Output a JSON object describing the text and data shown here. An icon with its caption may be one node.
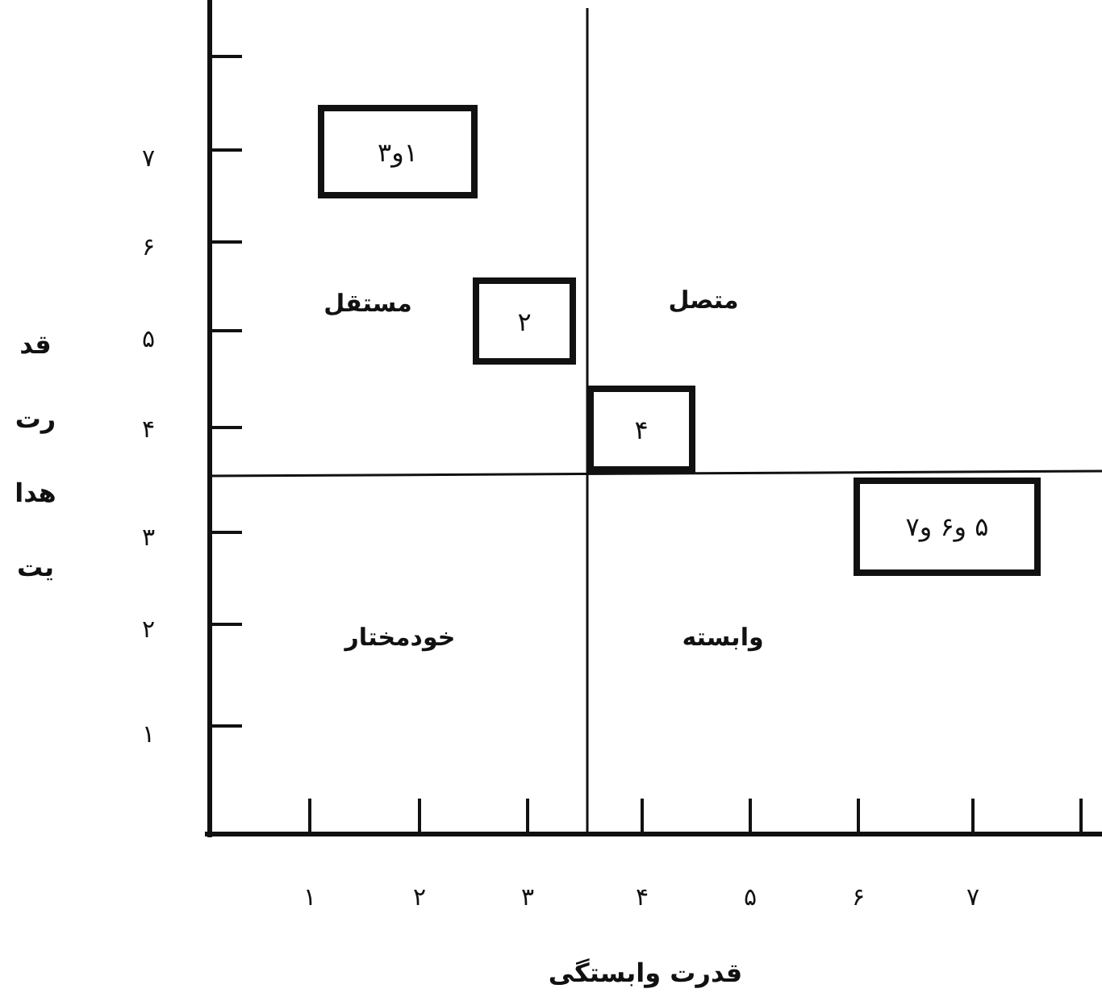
{
  "diagram": {
    "nodes": [
      {
        "text": [
          "۱و۳"
        ]
      },
      {
        "text": [
          "۲"
        ]
      },
      {
        "text": [
          "۴"
        ]
      },
      {
        "text": [
          "۵ و۶ و۷"
        ]
      }
    ],
    "edges": [],
    "labels": [
      "۷",
      "۶",
      "مستقل",
      "متصل",
      "۵",
      "قد رت هدا یت",
      "۴",
      "۳",
      "۲",
      "خودمختار",
      "وابسته",
      "۱",
      "۱",
      "۲",
      "۳",
      "۴",
      "۵",
      "۶",
      "۷",
      "قدرت وابستگی"
    ]
  }
}
